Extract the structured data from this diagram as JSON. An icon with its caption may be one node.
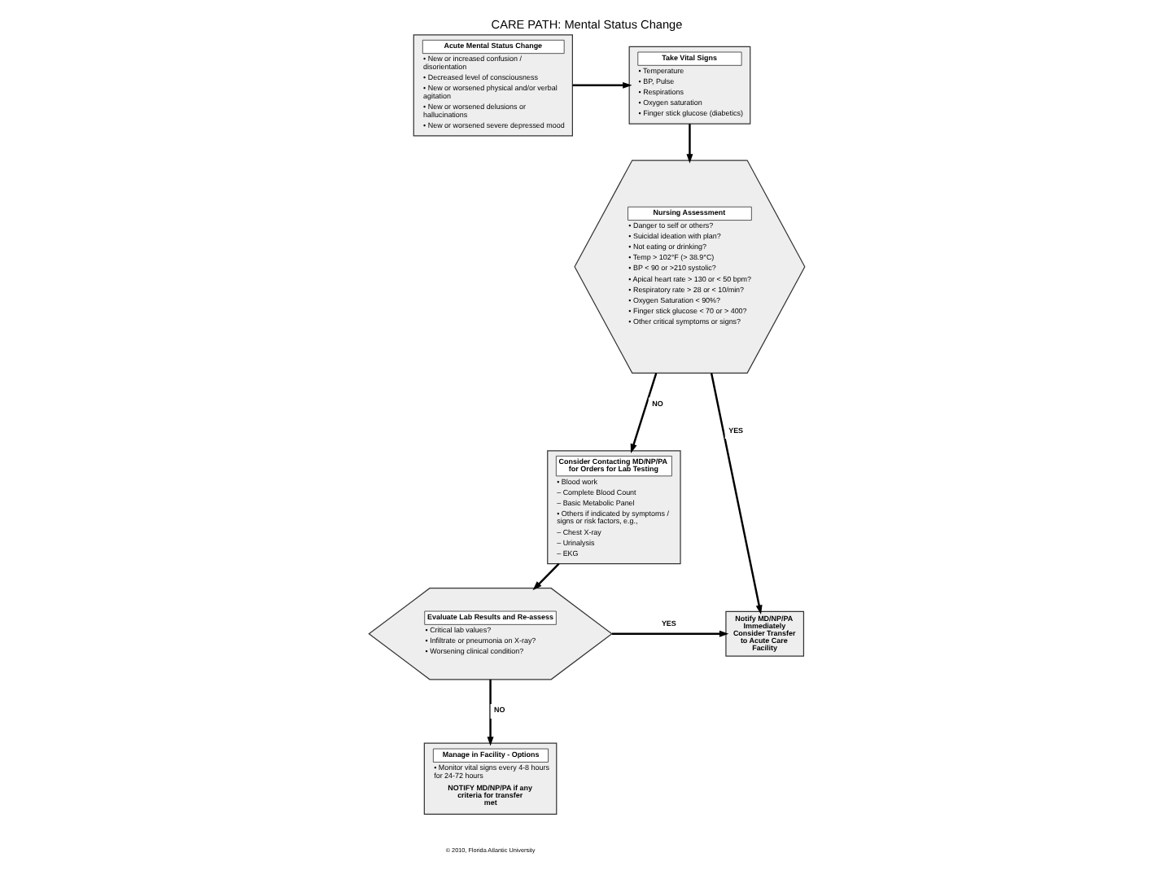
{
  "diagram": {
    "title": "CARE PATH: Mental Status Change",
    "nodes": [
      {
        "text": [
          "Acute Mental Status Change",
          "• New or increased confusion / disorientation",
          "• Decreased level of consciousness",
          "• New or worsened physical and/or verbal agitation",
          "• New or worsened delusions or hallucinations",
          "• New or worsened severe depressed mood"
        ]
      },
      {
        "text": [
          "Take Vital Signs",
          "• Temperature",
          "• BP, Pulse",
          "• Respirations",
          "• Oxygen saturation",
          "• Finger stick glucose (diabetics)"
        ]
      },
      {
        "text": [
          "Nursing Assessment",
          "• Danger to self or others?",
          "• Suicidal ideation with plan?",
          "• Not eating or drinking?",
          "• Temp > 102°F (> 38.9°C)",
          "• BP < 90 or >210 systolic?",
          "• Apical heart rate > 130 or < 50 bpm?",
          "• Respiratory rate > 28 or < 10/min?",
          "• Oxygen Saturation < 90%?",
          "• Finger stick glucose < 70 or > 400?",
          "• Other critical symptoms or signs?"
        ]
      },
      {
        "text": [
          "Consider Contacting MD/NP/PA for Orders for Lab Testing",
          "• Blood work",
          "– Complete Blood Count",
          "– Basic Metabolic Panel",
          "• Others if indicated by symptoms / signs or risk factors, e.g.,",
          "– Chest X-ray",
          "– Urinalysis",
          "– EKG"
        ]
      },
      {
        "text": [
          "Evaluate Lab Results and Re-assess",
          "• Critical lab values?",
          "• Infiltrate or pneumonia on X-ray?",
          "• Worsening clinical condition?"
        ]
      },
      {
        "text": [
          "Notify MD/NP/PA Immediately Consider Transfer to Acute Care Facility"
        ]
      },
      {
        "text": [
          "Manage in Facility - Options",
          "• Monitor vital signs every 4-8 hours for 24-72 hours",
          "NOTIFY MD/NP/PA if any criteria for transfer met"
        ]
      }
    ],
    "edges": [
      {
        "from": 0,
        "to": 1,
        "arrow": "to"
      },
      {
        "from": 1,
        "to": 2,
        "arrow": "to"
      },
      {
        "from": 2,
        "to": 3,
        "arrow": "to",
        "label": "NO"
      },
      {
        "from": 2,
        "to": 5,
        "arrow": "to",
        "label": "YES"
      },
      {
        "from": 3,
        "to": 4,
        "arrow": "to"
      },
      {
        "from": 4,
        "to": 5,
        "arrow": "to",
        "label": "YES"
      },
      {
        "from": 4,
        "to": 6,
        "arrow": "to",
        "label": "NO"
      }
    ],
    "labels": [
      "© 2010, Florida Atlantic University"
    ]
  }
}
